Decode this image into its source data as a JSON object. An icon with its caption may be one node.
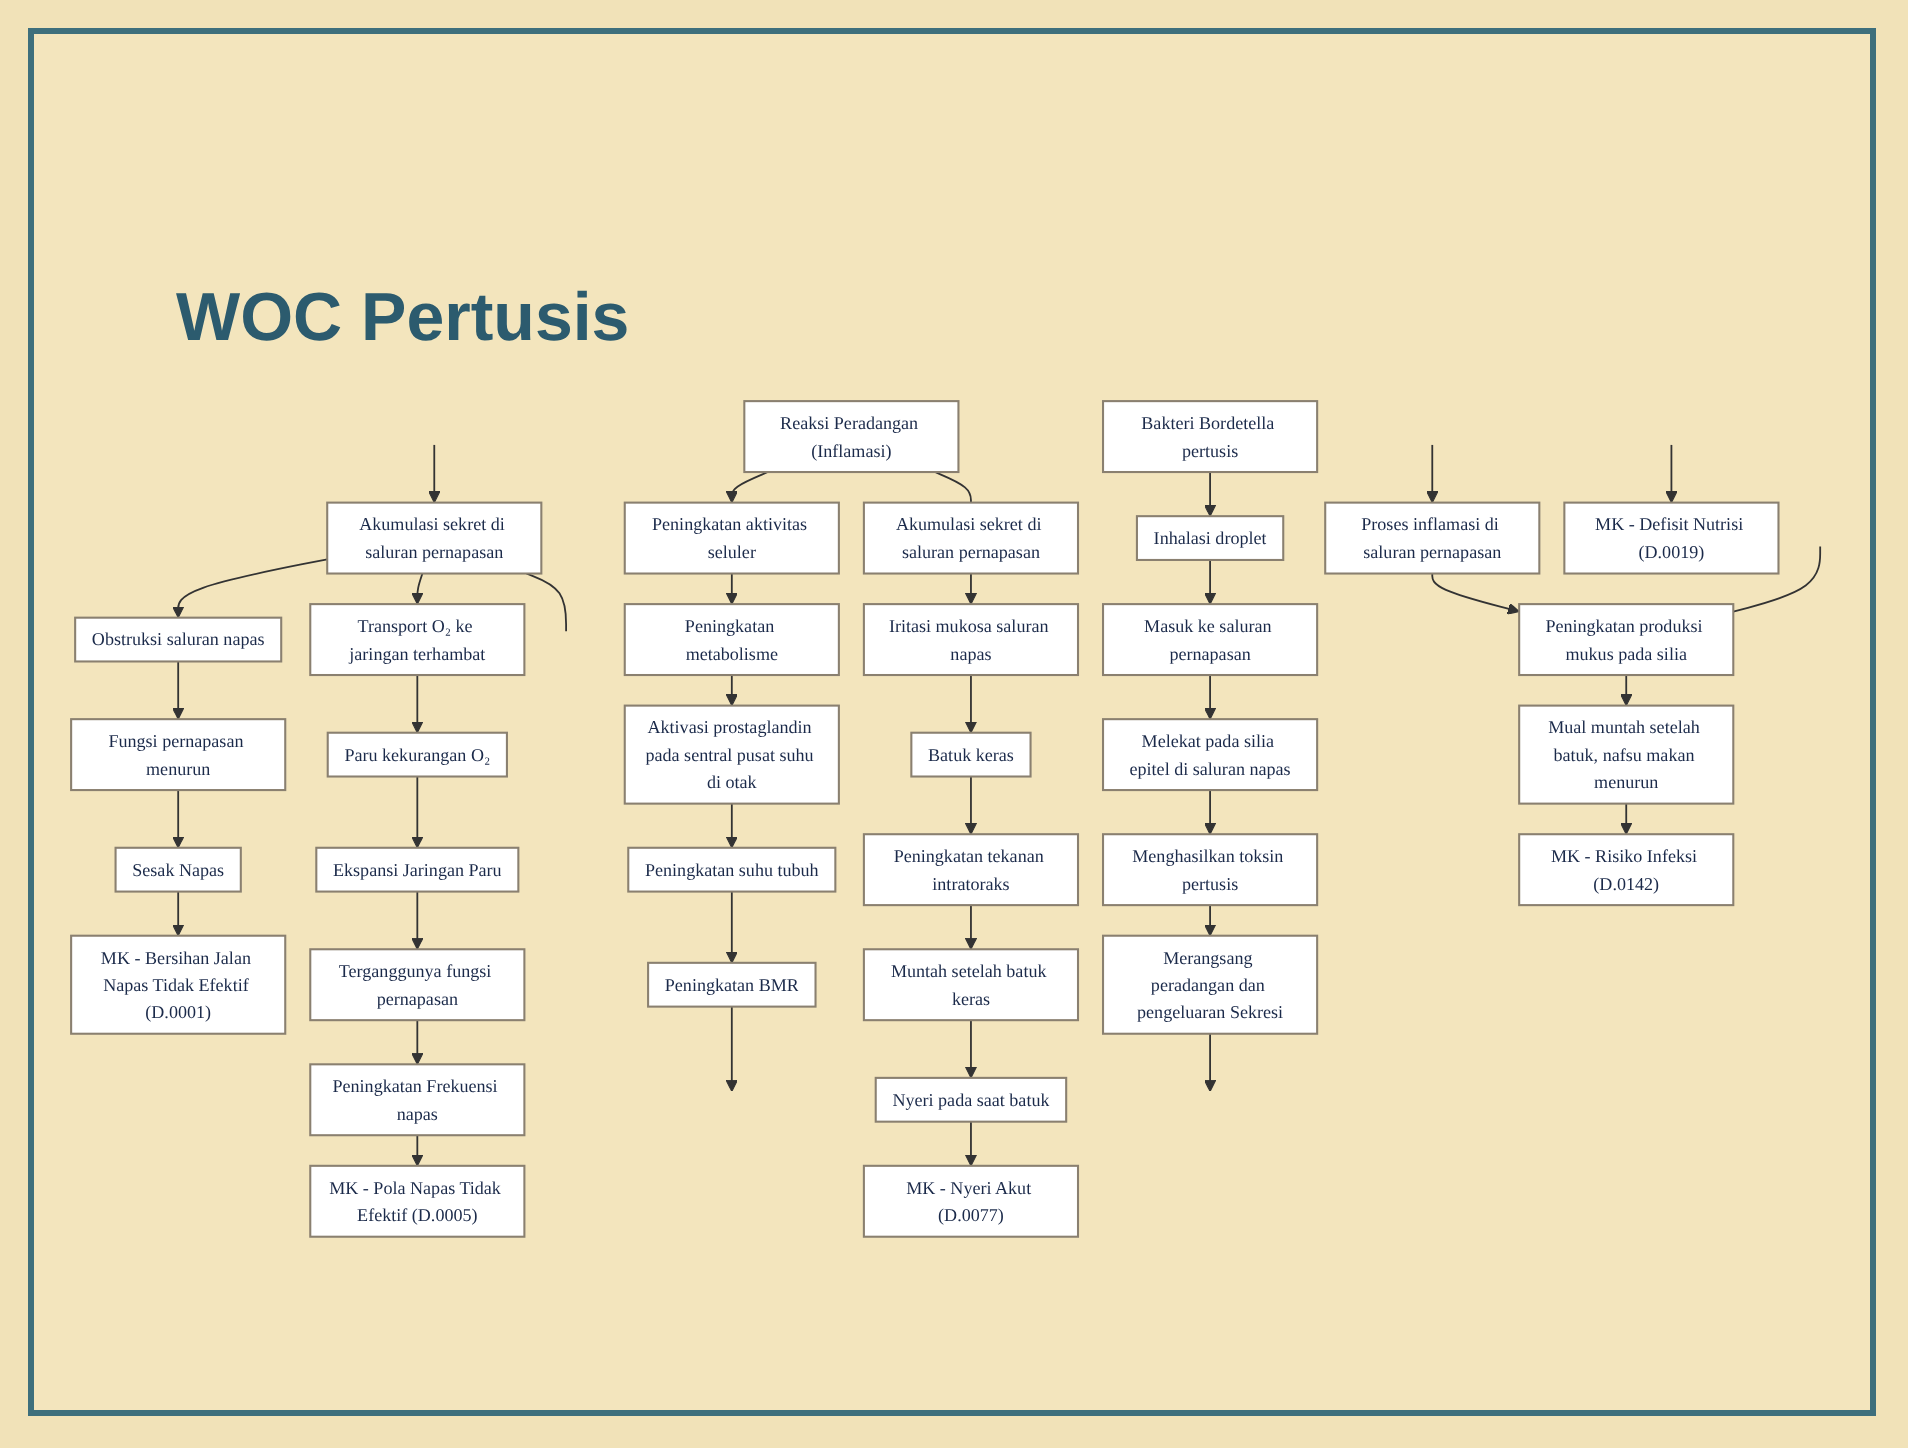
{
  "diagram": {
    "title": "WOC Pertusis",
    "nodes": [
      {
        "text": [
          "Akumulasi sekret di saluran pernapasan"
        ]
      },
      {
        "text": [
          "Obstruksi saluran napas"
        ]
      },
      {
        "text": [
          "Fungsi pernapasan menurun"
        ]
      },
      {
        "text": [
          "Sesak Napas"
        ]
      },
      {
        "text": [
          "MK - Bersihan Jalan Napas Tidak Efektif (D.0001)"
        ]
      },
      {
        "text": [
          "Transport O₂ ke jaringan terhambat"
        ]
      },
      {
        "text": [
          "Paru kekurangan O₂"
        ]
      },
      {
        "text": [
          "Ekspansi Jaringan Paru"
        ]
      },
      {
        "text": [
          "Terganggunya fungsi pernapasan"
        ]
      },
      {
        "text": [
          "Peningkatan Frekuensi napas"
        ]
      },
      {
        "text": [
          "MK - Pola Napas Tidak Efektif (D.0005)"
        ]
      },
      {
        "text": [
          "Bakteri Bordetella pertusis"
        ]
      },
      {
        "text": [
          "Inhalasi droplet"
        ]
      },
      {
        "text": [
          "Masuk ke saluran pernapasan"
        ]
      },
      {
        "text": [
          "Melekat pada silia epitel di saluran napas"
        ]
      },
      {
        "text": [
          "Menghasilkan toksin pertusis"
        ]
      },
      {
        "text": [
          "Merangsang peradangan dan pengeluaran Sekresi"
        ]
      },
      {
        "text": [
          "Reaksi Peradangan (Inflamasi)"
        ]
      },
      {
        "text": [
          "Peningkatan aktivitas seluler"
        ]
      },
      {
        "text": [
          "Peningkatan metabolisme"
        ]
      },
      {
        "text": [
          "Aktivasi prostaglandin pada sentral pusat suhu di otak"
        ]
      },
      {
        "text": [
          "Peningkatan suhu tubuh"
        ]
      },
      {
        "text": [
          "Peningkatan BMR"
        ]
      },
      {
        "text": [
          "Akumulasi sekret di saluran pernapasan"
        ]
      },
      {
        "text": [
          "Iritasi mukosa saluran napas"
        ]
      },
      {
        "text": [
          "Batuk keras"
        ]
      },
      {
        "text": [
          "Peningkatan tekanan intratoraks"
        ]
      },
      {
        "text": [
          "Muntah setelah batuk keras"
        ]
      },
      {
        "text": [
          "Nyeri pada saat batuk"
        ]
      },
      {
        "text": [
          "MK - Nyeri Akut (D.0077)"
        ]
      },
      {
        "text": [
          "Proses inflamasi di saluran pernapasan"
        ]
      },
      {
        "text": [
          "MK - Defisit Nutrisi (D.0019)"
        ]
      },
      {
        "text": [
          "Peningkatan produksi mukus pada silia"
        ]
      },
      {
        "text": [
          "Mual muntah setelah batuk, nafsu makan menurun"
        ]
      },
      {
        "text": [
          "MK - Risiko Infeksi (D.0142)"
        ]
      }
    ],
    "edges": [
      {
        "from": 0,
        "to": 1,
        "arrow": "to"
      },
      {
        "from": 1,
        "to": 2,
        "arrow": "to"
      },
      {
        "from": 2,
        "to": 3,
        "arrow": "to"
      },
      {
        "from": 3,
        "to": 4,
        "arrow": "to"
      },
      {
        "from": 0,
        "to": 5,
        "arrow": "to"
      },
      {
        "from": 5,
        "to": 6,
        "arrow": "to"
      },
      {
        "from": 6,
        "to": 7,
        "arrow": "to"
      },
      {
        "from": 7,
        "to": 8,
        "arrow": "to"
      },
      {
        "from": 8,
        "to": 9,
        "arrow": "to"
      },
      {
        "from": 9,
        "to": 10,
        "arrow": "to"
      },
      {
        "from": null,
        "to": 0,
        "arrow": "to"
      },
      {
        "from": 0,
        "to": null,
        "arrow": "none"
      },
      {
        "from": 11,
        "to": 12,
        "arrow": "to"
      },
      {
        "from": 12,
        "to": 13,
        "arrow": "to"
      },
      {
        "from": 13,
        "to": 14,
        "arrow": "to"
      },
      {
        "from": 14,
        "to": 15,
        "arrow": "to"
      },
      {
        "from": 15,
        "to": 16,
        "arrow": "to"
      },
      {
        "from": 16,
        "to": null,
        "arrow": "to"
      },
      {
        "from": 17,
        "to": 18,
        "arrow": "to"
      },
      {
        "from": 18,
        "to": 19,
        "arrow": "to"
      },
      {
        "from": 19,
        "to": 20,
        "arrow": "to"
      },
      {
        "from": 20,
        "to": 21,
        "arrow": "to"
      },
      {
        "from": 21,
        "to": 22,
        "arrow": "to"
      },
      {
        "from": 22,
        "to": null,
        "arrow": "to"
      },
      {
        "from": 17,
        "to": 23,
        "arrow": "none"
      },
      {
        "from": 23,
        "to": 24,
        "arrow": "to"
      },
      {
        "from": 24,
        "to": 25,
        "arrow": "to"
      },
      {
        "from": 25,
        "to": 26,
        "arrow": "to"
      },
      {
        "from": 26,
        "to": 27,
        "arrow": "to"
      },
      {
        "from": 27,
        "to": 28,
        "arrow": "to"
      },
      {
        "from": 28,
        "to": 29,
        "arrow": "to"
      },
      {
        "from": null,
        "to": 30,
        "arrow": "to"
      },
      {
        "from": null,
        "to": 31,
        "arrow": "to"
      },
      {
        "from": 30,
        "to": 32,
        "arrow": "to"
      },
      {
        "from": null,
        "to": 32,
        "arrow": "none"
      },
      {
        "from": 32,
        "to": 33,
        "arrow": "to"
      },
      {
        "from": 33,
        "to": 34,
        "arrow": "to"
      }
    ]
  }
}
